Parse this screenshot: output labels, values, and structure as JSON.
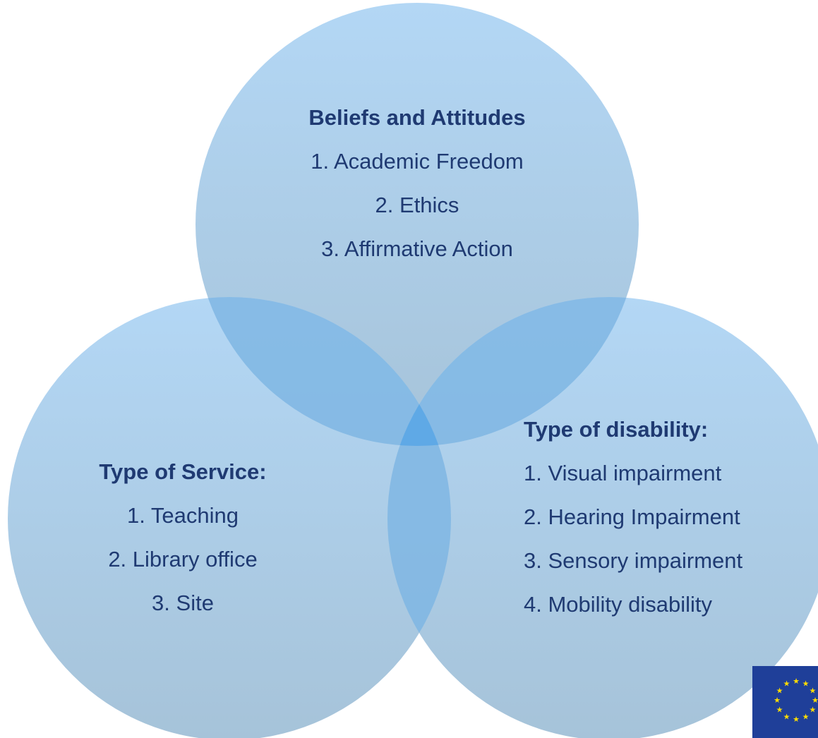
{
  "venn": {
    "circles": [
      {
        "id": "top",
        "heading": "Beliefs and Attitudes",
        "items": [
          "1. Academic Freedom",
          "2. Ethics",
          "3. Affirmative Action"
        ]
      },
      {
        "id": "left",
        "heading": "Type of Service:",
        "items": [
          "1. Teaching",
          "2. Library office",
          "3. Site"
        ]
      },
      {
        "id": "right",
        "heading": "Type of disability:",
        "items": [
          "1. Visual impairment",
          "2. Hearing Impairment",
          "3. Sensory impairment",
          "4. Mobility disability"
        ]
      }
    ],
    "colors": {
      "circle_top": "#b3d7f5",
      "circle_bottom": "#a6c3d9",
      "overlap": "#7fb6e3",
      "center": "#5fa9e6",
      "text": "#1f3a72",
      "flag_blue": "#1f3f99",
      "flag_star": "#ffdd00"
    }
  },
  "logo": {
    "icon": "eu-flag-icon"
  }
}
